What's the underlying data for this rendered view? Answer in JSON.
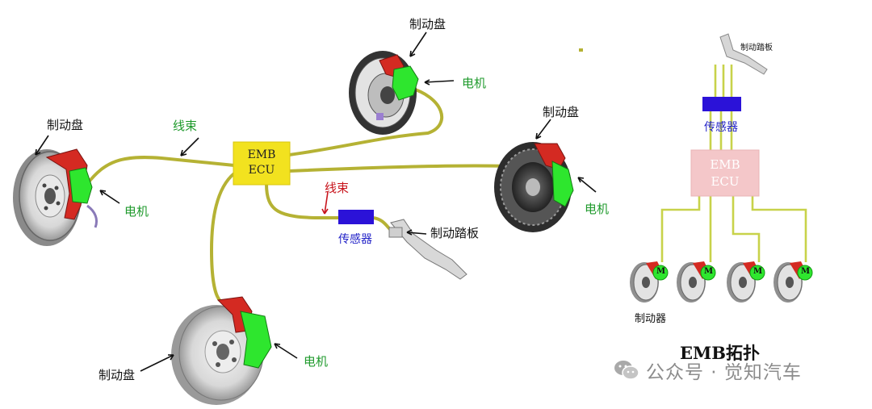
{
  "main_diagram": {
    "ecu_line1": "EMB",
    "ecu_line2": "ECU",
    "brake_disc": "制动盘",
    "motor": "电机",
    "harness": "线束",
    "sensor": "传感器",
    "brake_pedal": "制动踏板"
  },
  "topology": {
    "pedal": "制动踏板",
    "sensor": "传感器",
    "ecu_line1": "EMB",
    "ecu_line2": "ECU",
    "motor_badge": "M",
    "brake": "制动器",
    "title": "EMB拓扑"
  },
  "watermark": {
    "text": "公众号 · 觉知汽车"
  },
  "colors": {
    "harness": "#b5b234",
    "ecu_fill": "#f2e21f",
    "sensor_fill": "#2b12d8",
    "topo_ecu_fill": "#f4c7c9",
    "topo_line": "#c8d24a",
    "caliper_red": "#d42a22",
    "motor_green": "#2ee62e"
  }
}
